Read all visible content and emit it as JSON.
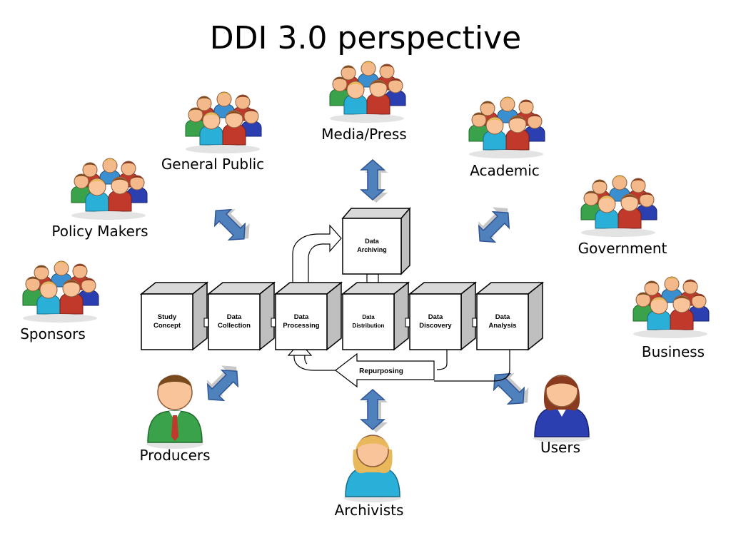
{
  "title": "DDI 3.0 perspective",
  "groups": [
    {
      "id": "media-press",
      "label": "Media/Press"
    },
    {
      "id": "general-public",
      "label": "General Public"
    },
    {
      "id": "academic",
      "label": "Academic"
    },
    {
      "id": "policy-makers",
      "label": "Policy Makers"
    },
    {
      "id": "government",
      "label": "Government"
    },
    {
      "id": "sponsors",
      "label": "Sponsors"
    },
    {
      "id": "business",
      "label": "Business"
    }
  ],
  "individuals": [
    {
      "id": "producers",
      "label": "Producers"
    },
    {
      "id": "archivists",
      "label": "Archivists"
    },
    {
      "id": "users",
      "label": "Users"
    }
  ],
  "lifecycle": {
    "stages": [
      {
        "id": "study-concept",
        "line1": "Study",
        "line2": "Concept"
      },
      {
        "id": "data-collection",
        "line1": "Data",
        "line2": "Collection"
      },
      {
        "id": "data-processing",
        "line1": "Data",
        "line2": "Processing"
      },
      {
        "id": "data-distribution",
        "line1": "Data",
        "line2": "Distribution"
      },
      {
        "id": "data-discovery",
        "line1": "Data",
        "line2": "Discovery"
      },
      {
        "id": "data-analysis",
        "line1": "Data",
        "line2": "Analysis"
      }
    ],
    "archiving": {
      "line1": "Data",
      "line2": "Archiving"
    },
    "repurposing": "Repurposing"
  },
  "colors": {
    "arrow_fill": "#4f81bd",
    "arrow_stroke": "#2f5597",
    "arrow_shadow": "#bfbfbf",
    "box_front": "#ffffff",
    "box_top": "#d9d9d9",
    "box_side": "#bfbfbf"
  }
}
